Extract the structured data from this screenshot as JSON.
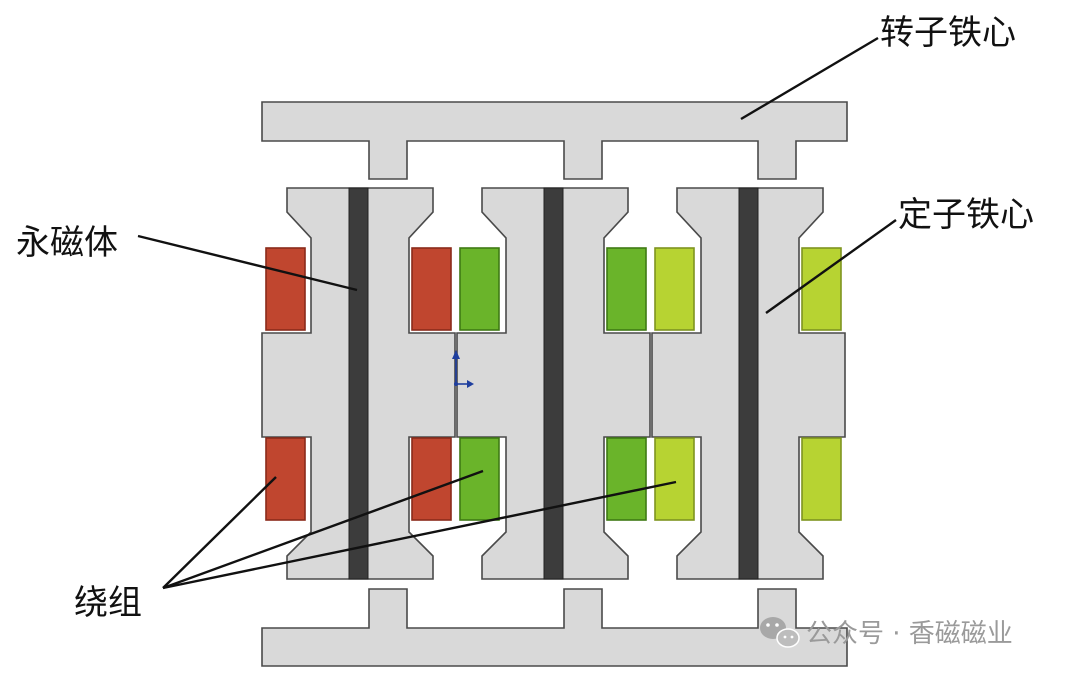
{
  "labels": {
    "rotor_core": "转子铁心",
    "permanent_magnet": "永磁体",
    "stator_core": "定子铁心",
    "winding": "绕组"
  },
  "watermark": {
    "text": "公众号 · 香磁磁业",
    "icon": "wechat-icon"
  },
  "colors": {
    "core_fill": "#d9d9d9",
    "core_stroke": "#4a4a4a",
    "magnet": "#3c3c3c",
    "coil_red": "#c0462f",
    "coil_green": "#6ab42a",
    "coil_yellow_green": "#b7d332",
    "axis": "#1f3f9f"
  }
}
